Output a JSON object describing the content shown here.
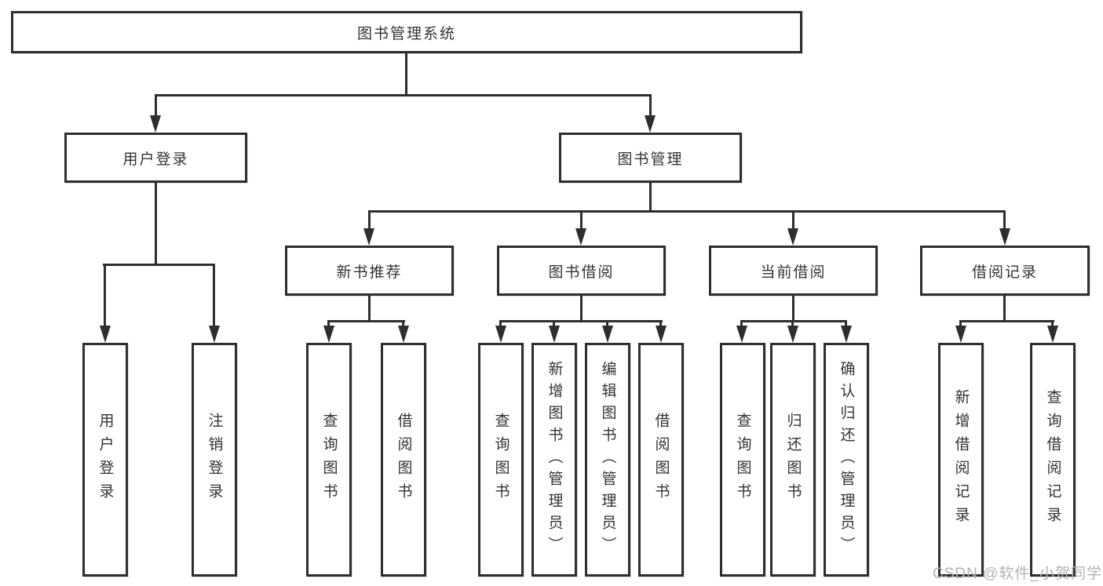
{
  "tree": {
    "root": "图书管理系统",
    "level2": [
      "用户登录",
      "图书管理"
    ],
    "level3": [
      "新书推荐",
      "图书借阅",
      "当前借阅",
      "借阅记录"
    ],
    "leaves_login": [
      "用户登录",
      "注销登录"
    ],
    "leaves_recommend": [
      "查询图书",
      "借阅图书"
    ],
    "leaves_borrow": [
      "查询图书",
      "新增图书（管理员）",
      "编辑图书（管理员）",
      "借阅图书"
    ],
    "leaves_current": [
      "查询图书",
      "归还图书",
      "确认归还（管理员）"
    ],
    "leaves_records": [
      "新增借阅记录",
      "查询借阅记录"
    ]
  },
  "watermark": {
    "text": "CSDN @软件_小贺同学"
  },
  "colors": {
    "line": "#2e2e2e",
    "text": "#333333",
    "box_bg": "#ffffff",
    "watermark": "#b3b3b3"
  }
}
